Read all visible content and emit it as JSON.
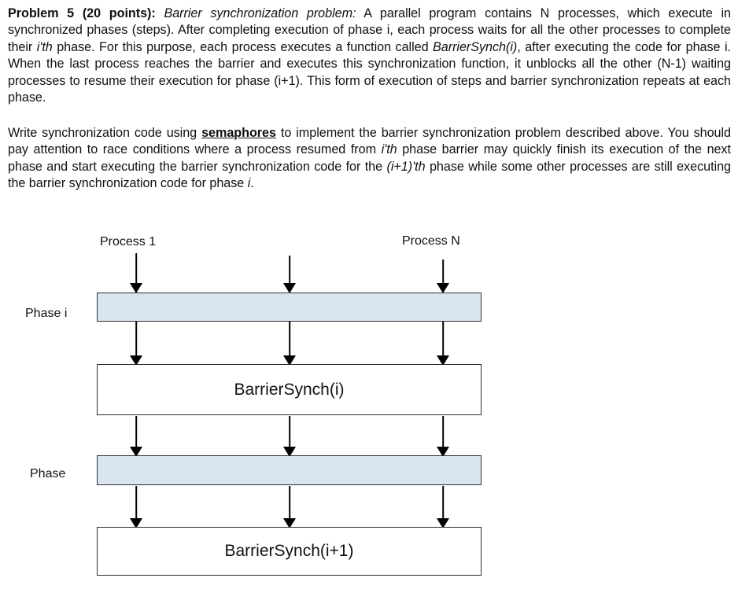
{
  "doc": {
    "p1": {
      "lead_bold": "Problem 5 (20 points): ",
      "title_italic": "Barrier synchronization problem:",
      "seg1": " A parallel program contains N processes, which execute in synchronized phases (steps). After completing execution of  phase i, each process waits for all the other processes to complete their ",
      "i_th_italic": "i'th",
      "seg2": " phase.  For this purpose, each process executes a function called ",
      "barriersynch_italic": "BarrierSynch(i)",
      "seg3": ", after executing the code for phase i. When the last process reaches the barrier and executes this synchronization function, it unblocks all the other (N-1) waiting processes to resume their execution for phase (i+1). This form of execution of steps and barrier synchronization repeats at each phase."
    },
    "p2": {
      "seg1": "Write synchronization code using ",
      "semaphores_bold_underline": "semaphores",
      "seg2": " to implement the barrier synchronization problem described above. You should pay attention to race conditions where a process resumed from ",
      "i_th_italic": "i'th",
      "seg3": " phase barrier may quickly finish its execution of the next phase and start executing the barrier synchronization code for the ",
      "i_plus_1_th_italic": "(i+1)'th",
      "seg4": "  phase while some other processes are still executing the barrier synchronization code for phase ",
      "i_italic": "i",
      "seg5": "."
    }
  },
  "diagram": {
    "process_1_label": "Process 1",
    "process_n_label": "Process N",
    "phase_i_label": "Phase i",
    "phase_label": "Phase",
    "barrier_i_label": "BarrierSynch(i)",
    "barrier_i1_label": "BarrierSynch(i+1)",
    "colors": {
      "phase_box_fill": "#d9e4f1",
      "box_border": "#2e2e2e",
      "arrow": "#000000",
      "text": "#111111"
    }
  }
}
